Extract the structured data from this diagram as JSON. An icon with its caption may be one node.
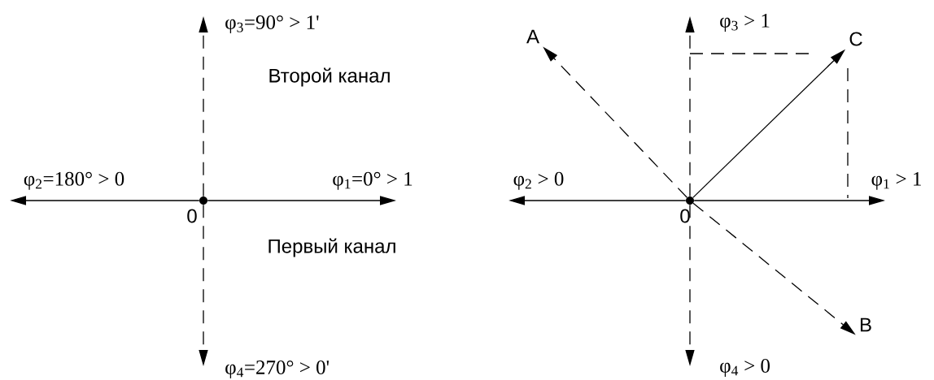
{
  "diagram": {
    "nodes": [
      {
        "text": [],
        "shape": "circle",
        "beside": [
          "0"
        ]
      },
      {
        "text": [
          "φ$_{1}$=0° > 1"
        ]
      },
      {
        "text": [
          "φ$_{2}$=180° > 0"
        ]
      },
      {
        "text": [
          "φ$_{3}$=90° > 1'"
        ]
      },
      {
        "text": [
          "φ$_{4}$=270° > 0'"
        ]
      },
      {
        "text": [],
        "shape": "circle",
        "beside": [
          "0"
        ]
      },
      {
        "text": [
          "φ$_{1}$ > 1"
        ]
      },
      {
        "text": [
          "φ$_{2}$ > 0"
        ]
      },
      {
        "text": [
          "φ$_{3}$ > 1"
        ]
      },
      {
        "text": [
          "φ$_{4}$ > 0"
        ]
      },
      {
        "text": [
          "A"
        ]
      },
      {
        "text": [
          "B"
        ]
      },
      {
        "text": [
          "C"
        ]
      }
    ],
    "edges": [
      {
        "from": 0,
        "to": 1,
        "arrow": "to"
      },
      {
        "from": 0,
        "to": 2,
        "arrow": "to"
      },
      {
        "from": 0,
        "to": 3,
        "arrow": "to",
        "style": "dashed"
      },
      {
        "from": 0,
        "to": 4,
        "arrow": "to",
        "style": "dashed"
      },
      {
        "from": 5,
        "to": 6,
        "arrow": "to"
      },
      {
        "from": 5,
        "to": 7,
        "arrow": "to"
      },
      {
        "from": 5,
        "to": 8,
        "arrow": "to",
        "style": "dashed"
      },
      {
        "from": 5,
        "to": 9,
        "arrow": "to",
        "style": "dashed"
      },
      {
        "from": 5,
        "to": 10,
        "arrow": "to",
        "style": "dashed"
      },
      {
        "from": 5,
        "to": 11,
        "arrow": "to",
        "style": "dashed"
      },
      {
        "from": 5,
        "to": 12,
        "arrow": "to"
      }
    ],
    "labels": [
      "Второй канал",
      "Первый канал"
    ]
  }
}
